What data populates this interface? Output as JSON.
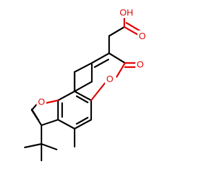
{
  "molecule": {
    "atoms": {
      "hydroxyl_label": "OH",
      "acid_carbonyl_o": "O",
      "lactone_carbonyl_o": "O",
      "ring_o_pyran": "O",
      "ring_o_furan": "O"
    },
    "colors": {
      "bond": "#000000",
      "oxygen": "#e00000",
      "background": "#ffffff"
    }
  }
}
